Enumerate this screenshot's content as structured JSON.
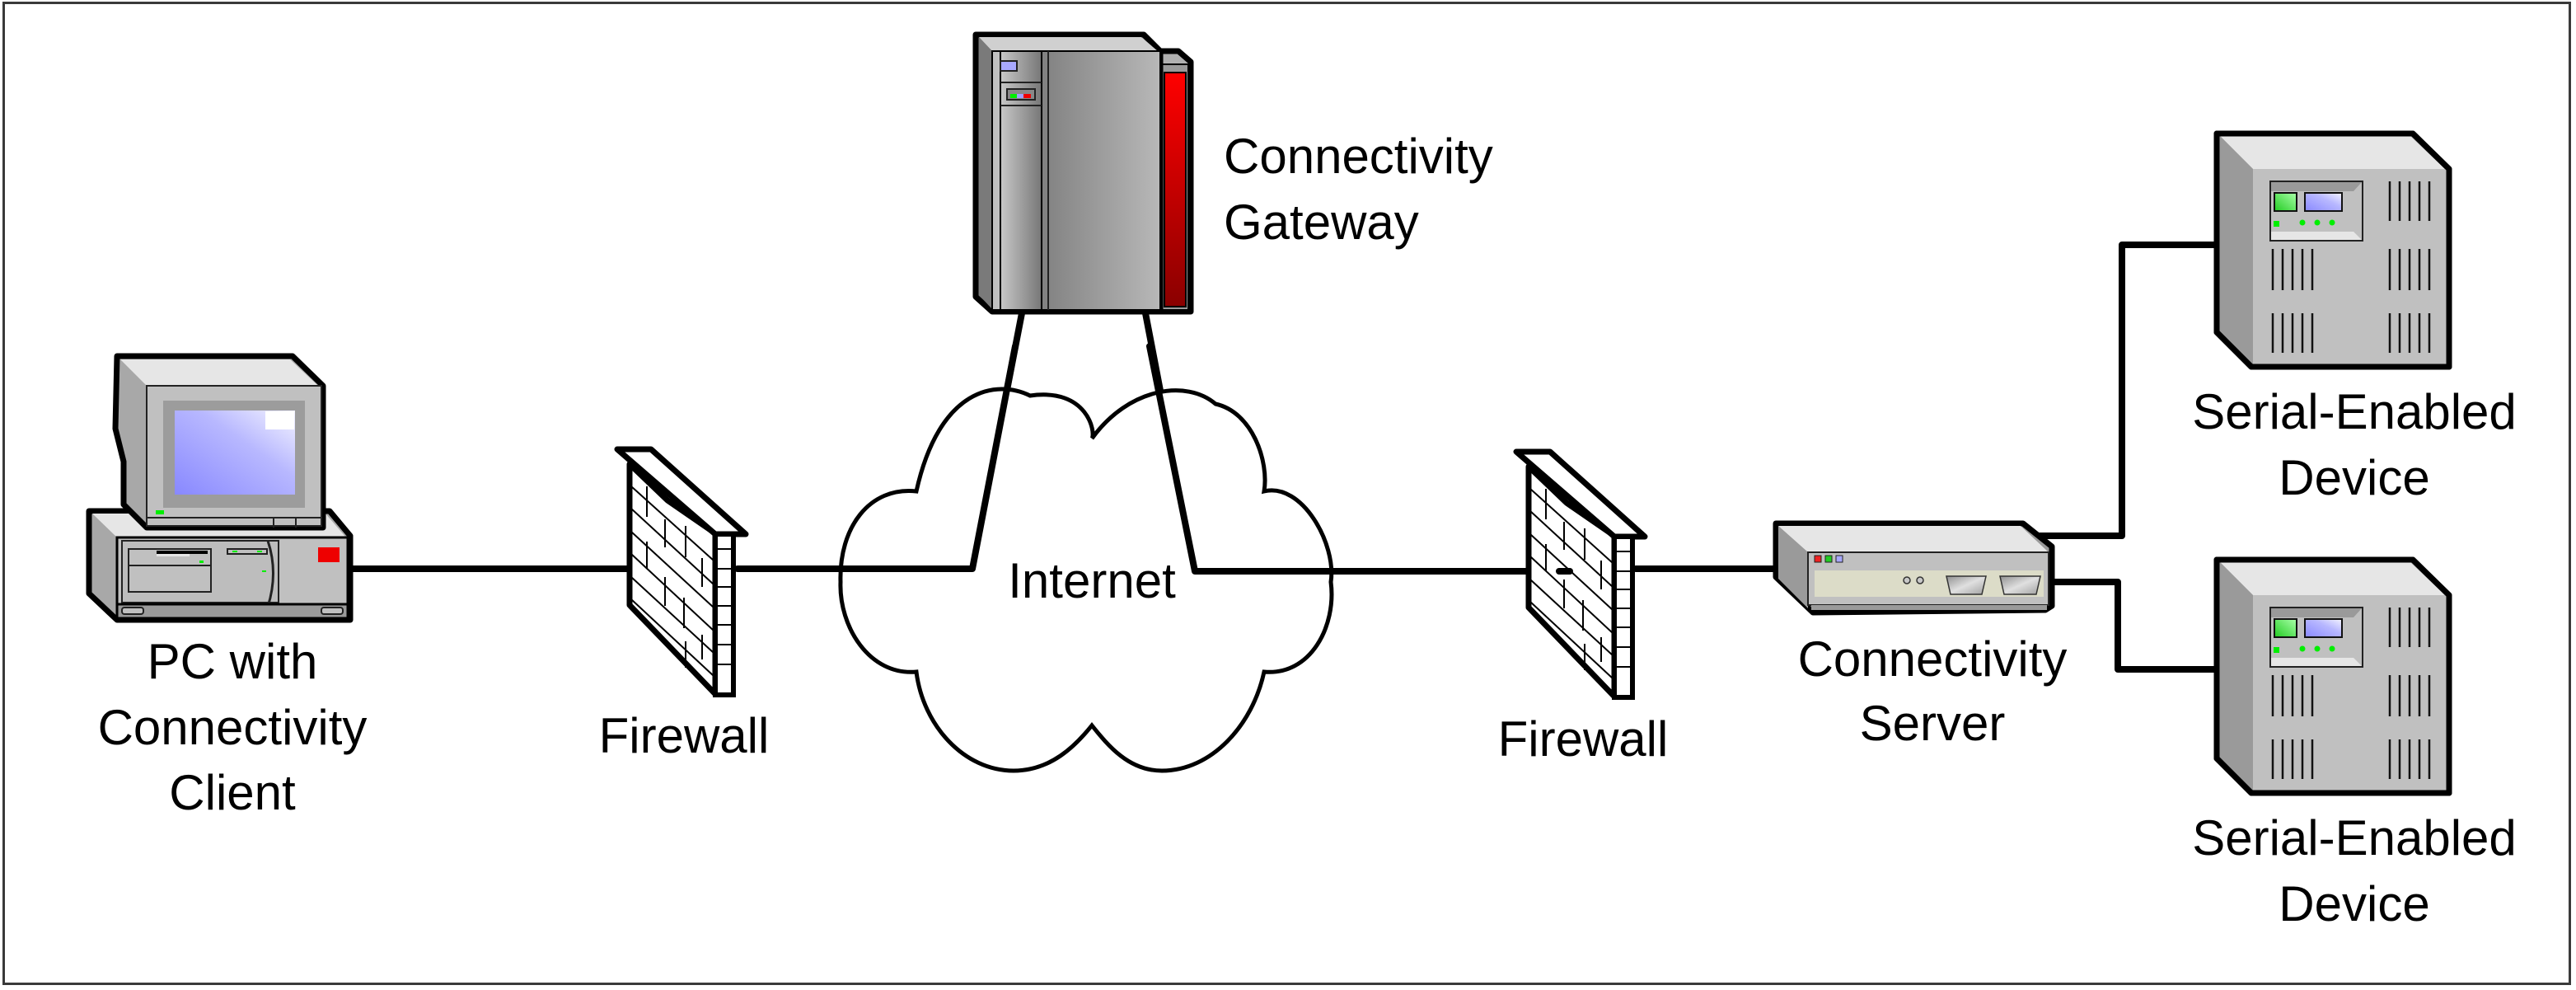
{
  "diagram": {
    "title": "Connectivity network topology",
    "nodes": [
      {
        "id": "pc",
        "type": "workstation",
        "icon": "desktop-computer-icon",
        "label_lines": [
          "PC with",
          "Connectivity",
          "Client"
        ]
      },
      {
        "id": "firewall_left",
        "type": "firewall",
        "icon": "firewall-brick-wall-icon",
        "label_lines": [
          "Firewall"
        ]
      },
      {
        "id": "internet",
        "type": "cloud",
        "icon": "cloud-icon",
        "label_lines": [
          "Internet"
        ]
      },
      {
        "id": "gateway",
        "type": "server-tower",
        "icon": "mainframe-server-icon",
        "label_lines": [
          "Connectivity",
          "Gateway"
        ]
      },
      {
        "id": "firewall_right",
        "type": "firewall",
        "icon": "firewall-brick-wall-icon",
        "label_lines": [
          "Firewall"
        ]
      },
      {
        "id": "conn_server",
        "type": "terminal-server",
        "icon": "network-appliance-icon",
        "label_lines": [
          "Connectivity",
          "Server"
        ]
      },
      {
        "id": "device_top",
        "type": "serial-device",
        "icon": "serial-device-icon",
        "label_lines": [
          "Serial-Enabled",
          "Device"
        ]
      },
      {
        "id": "device_bottom",
        "type": "serial-device",
        "icon": "serial-device-icon",
        "label_lines": [
          "Serial-Enabled",
          "Device"
        ]
      }
    ],
    "edges": [
      {
        "from": "pc",
        "to": "firewall_left"
      },
      {
        "from": "firewall_left",
        "to": "internet"
      },
      {
        "from": "internet",
        "to": "gateway"
      },
      {
        "from": "gateway",
        "to": "internet"
      },
      {
        "from": "internet",
        "to": "firewall_right"
      },
      {
        "from": "firewall_right",
        "to": "conn_server"
      },
      {
        "from": "conn_server",
        "to": "device_top"
      },
      {
        "from": "conn_server",
        "to": "device_bottom"
      }
    ],
    "colors": {
      "line": "#000000",
      "device_gray": "#c0c0c0",
      "screen_blue": "#8c8cff",
      "gateway_red": "#e00000",
      "led_green": "#00e000",
      "led_red": "#e00000",
      "led_blue": "#a0a0ff"
    }
  }
}
